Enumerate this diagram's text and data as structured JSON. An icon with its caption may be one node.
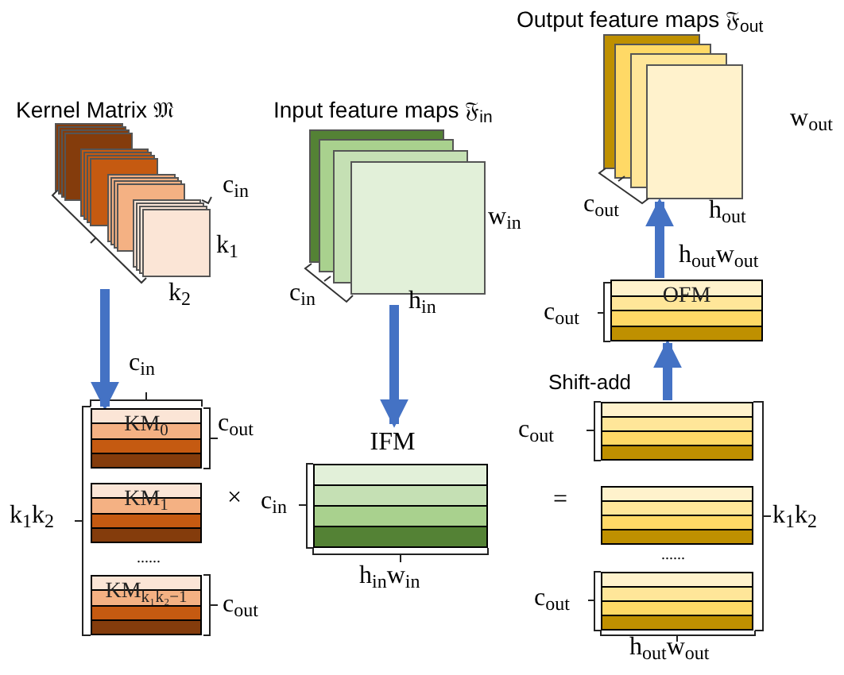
{
  "diagram": {
    "nodes": [
      {
        "text": [
          "Kernel Matrix 𝔐"
        ]
      },
      {
        "text": [
          "Input feature maps 𝔉$_{in}$"
        ]
      },
      {
        "text": [
          "Output feature maps 𝔉$_{out}$"
        ]
      },
      {
        "text": [
          "KM$_{0}$"
        ]
      },
      {
        "text": [
          "KM$_{1}$"
        ]
      },
      {
        "text": [
          "KM$_{k₁k₂−1}$"
        ]
      },
      {
        "text": [
          "IFM"
        ],
        "beside": [
          "h$_{in}$w$_{in}$"
        ]
      },
      {
        "text": [],
        "shape": "box"
      },
      {
        "text": [],
        "shape": "box"
      },
      {
        "text": [],
        "shape": "box",
        "beside": [
          "h$_{out}$w$_{out}$"
        ]
      },
      {
        "text": [
          "OFM"
        ],
        "beside": [
          "h$_{out}$w$_{out}$"
        ]
      }
    ],
    "edges": [
      {
        "from": 0,
        "to": 3,
        "arrow": "to"
      },
      {
        "from": 1,
        "to": 6,
        "arrow": "to"
      },
      {
        "from": 7,
        "to": 10,
        "arrow": "to"
      },
      {
        "from": 10,
        "to": 2,
        "arrow": "to"
      }
    ],
    "labels": [
      "c$_{in}$",
      "k$_{1}$",
      "k$_{2}$",
      "w$_{in}$",
      "c$_{in}$",
      "h$_{in}$",
      "w$_{out}$",
      "c$_{out}$",
      "h$_{out}$",
      "c$_{out}$",
      "c$_{in}$",
      "c$_{out}$",
      "Shift-add",
      "k$_{1}$k$_{2}$",
      "×",
      "c$_{in}$",
      "=",
      "c$_{out}$",
      "k$_{1}$k$_{2}$",
      "......",
      "......",
      "c$_{out}$",
      "c$_{out}$"
    ]
  }
}
